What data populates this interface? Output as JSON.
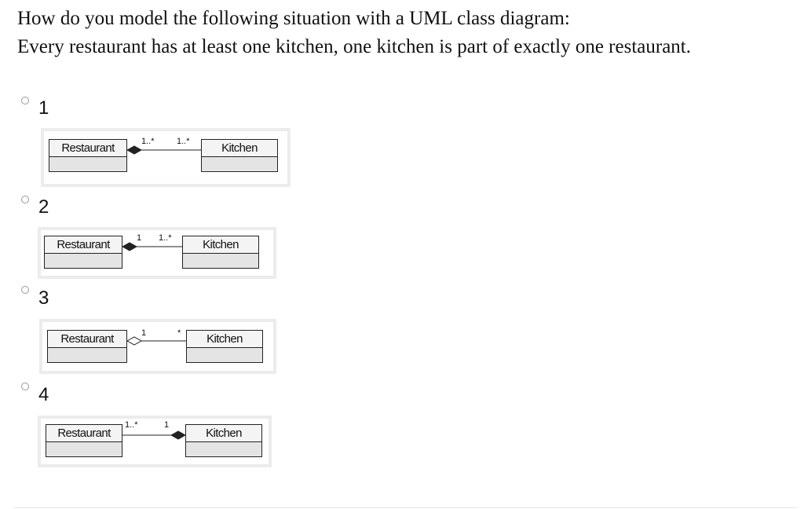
{
  "question": {
    "line1": "How do you model the following situation with a UML class diagram:",
    "line2": "Every restaurant has at least one kitchen, one kitchen is part of exactly one restaurant."
  },
  "options": [
    {
      "number": "1",
      "left_class": "Restaurant",
      "right_class": "Kitchen",
      "mult_left": "1..*",
      "mult_right": "1..*",
      "diamond": "filled",
      "diamond_end": "left"
    },
    {
      "number": "2",
      "left_class": "Restaurant",
      "right_class": "Kitchen",
      "mult_left": "1",
      "mult_right": "1..*",
      "diamond": "filled",
      "diamond_end": "left"
    },
    {
      "number": "3",
      "left_class": "Restaurant",
      "right_class": "Kitchen",
      "mult_left": "1",
      "mult_right": "*",
      "diamond": "hollow",
      "diamond_end": "left"
    },
    {
      "number": "4",
      "left_class": "Restaurant",
      "right_class": "Kitchen",
      "mult_left": "1..*",
      "mult_right": "1",
      "diamond": "filled",
      "diamond_end": "right"
    }
  ]
}
